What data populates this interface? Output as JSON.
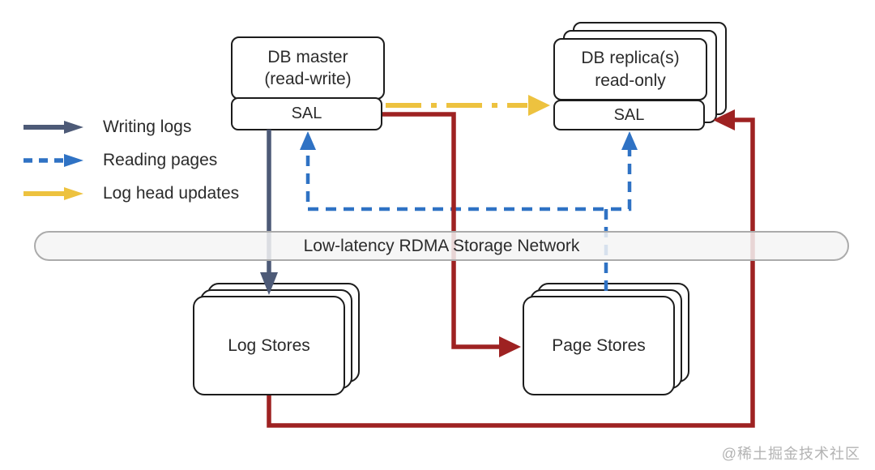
{
  "nodes": {
    "db_master": {
      "title_line1": "DB master",
      "title_line2": "(read-write)",
      "sal_label": "SAL"
    },
    "db_replica": {
      "title_line1": "DB replica(s)",
      "title_line2": "read-only",
      "sal_label": "SAL"
    },
    "log_stores": {
      "label": "Log Stores"
    },
    "page_stores": {
      "label": "Page Stores"
    },
    "network_bar": {
      "label": "Low-latency RDMA Storage Network"
    }
  },
  "legend": {
    "items": [
      {
        "label": "Writing logs",
        "style": "solid"
      },
      {
        "label": "Reading pages",
        "style": "dashed"
      },
      {
        "label": "Log head updates",
        "style": "solid"
      }
    ]
  },
  "colors": {
    "writing_logs": "#4d5a77",
    "reading_pages": "#2f72c4",
    "log_head_updates": "#edc23f",
    "replication": "#9e2222"
  },
  "watermark": "@稀土掘金技术社区"
}
